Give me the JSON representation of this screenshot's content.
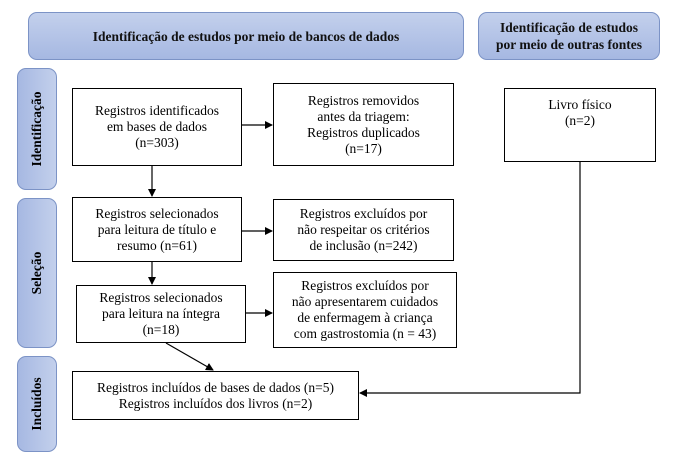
{
  "headers": {
    "databases": "Identificação de estudos por meio de bancos de dados",
    "other_sources": "Identificação de estudos\npor meio de outras fontes"
  },
  "stages": {
    "identification": "Identificação",
    "selection": "Seleção",
    "included": "Incluídos"
  },
  "boxes": {
    "identified": "Registros identificados\nem bases de dados\n(n=303)",
    "removed": "Registros removidos\nantes da triagem:\nRegistros duplicados\n(n=17)",
    "physical_book": "Livro físico\n(n=2)",
    "selected_title": "Registros selecionados\npara leitura de título e\nresumo (n=61)",
    "excluded_criteria": "Registros excluídos por\nnão respeitar os critérios\nde inclusão (n=242)",
    "selected_full": "Registros selecionados\npara leitura na íntegra\n(n=18)",
    "excluded_care": "Registros excluídos por\nnão apresentarem cuidados\nde enfermagem à criança\ncom gastrostomia (n = 43)",
    "included": "Registros incluídos de bases de dados (n=5)\nRegistros incluídos dos livros (n=2)"
  }
}
